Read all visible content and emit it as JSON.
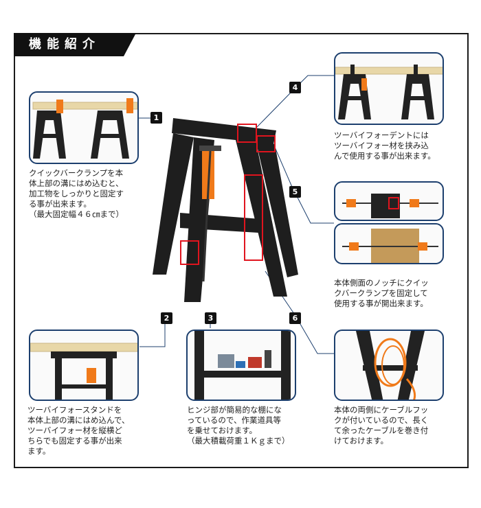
{
  "header": {
    "title": "機能紹介"
  },
  "badges": [
    "1",
    "2",
    "3",
    "4",
    "5",
    "6"
  ],
  "captions": {
    "c1": "クイックバークランプを本\n体上部の溝にはめ込むと、\n加工物をしっかりと固定す\nる事が出来ます。\n（最大固定幅４６㎝まで）",
    "c4": "ツーバイフォーデントには\nツーバイフォー材を挟み込\nんで使用する事が出来ます。",
    "c5": "本体側面のノッチにクイッ\nクバークランプを固定して\n使用する事が開出来ます。",
    "c2": "ツーバイフォースタンドを\n本体上部の溝にはめ込んで、\nツーバイフォー材を縦横ど\nちらでも固定する事が出来\nます。",
    "c3": "ヒンジ部が簡易的な棚にな\nっているので、作業道具等\nを乗せておけます。\n（最大積載荷重１Ｋｇまで）",
    "c6": "本体の両側にケーブルフッ\nクが付いているので、長く\nて余ったケーブルを巻き付\nけておけます。"
  },
  "colors": {
    "frame": "#1c3f6e",
    "highlight": "#e0141e",
    "wood": "#e8d7a8",
    "orange": "#f07a1a",
    "plastic": "#222222"
  }
}
